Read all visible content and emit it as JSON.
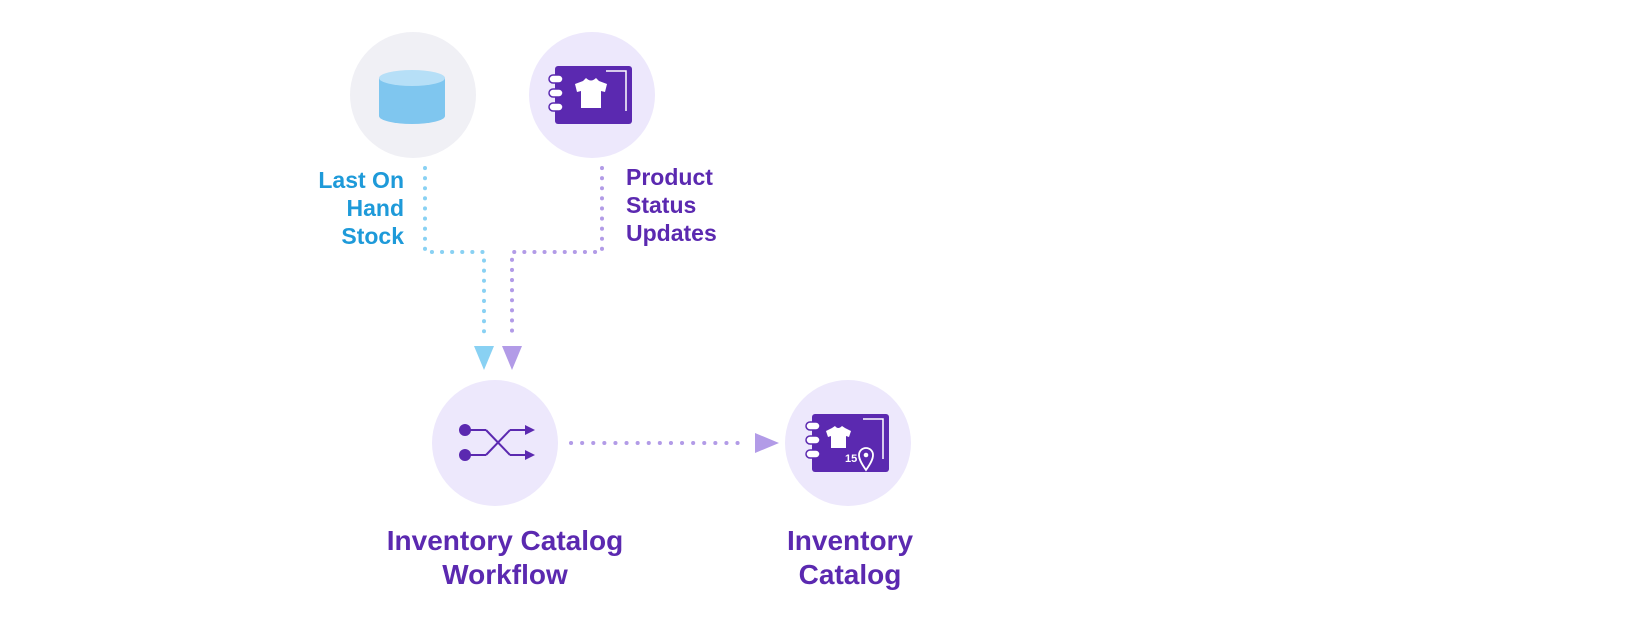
{
  "nodes": {
    "stock_source": {
      "icon": "database-icon"
    },
    "product_source": {
      "icon": "product-catalog-icon"
    },
    "workflow": {
      "icon": "shuffle-workflow-icon",
      "label": "Inventory Catalog\nWorkflow"
    },
    "catalog": {
      "icon": "inventory-catalog-icon",
      "badge": "15",
      "label": "Inventory\nCatalog"
    }
  },
  "edges": {
    "stock_to_workflow": {
      "label": "Last On\nHand\nStock"
    },
    "products_to_workflow": {
      "label": "Product\nStatus\nUpdates"
    },
    "workflow_to_catalog": {}
  },
  "colors": {
    "node_bg_gray": "#f0f0f5",
    "node_bg_purple": "#ede8fc",
    "cylinder_fill": "#7fc6ef",
    "cylinder_top": "#b6dff7",
    "book_fill": "#5b29b0",
    "text_blue": "#1e9ad9",
    "text_purple": "#5b29b0",
    "line_blue": "#89d1f3",
    "line_purple": "#b29be7"
  }
}
